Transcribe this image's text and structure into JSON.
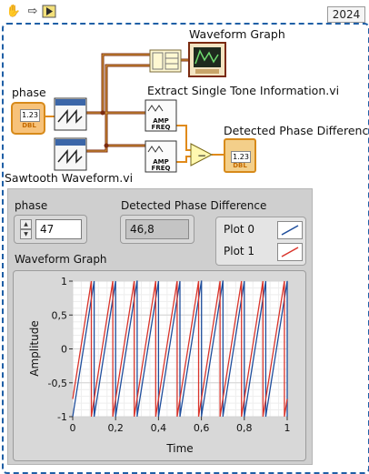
{
  "toolbar": {
    "year": "2024"
  },
  "diagram": {
    "phase_label": "phase",
    "phase_terminal": "1.23",
    "phase_type": "DBL",
    "sawtooth_label": "Sawtooth Waveform.vi",
    "graph_label": "Waveform Graph",
    "extract_label": "Extract Single Tone Information.vi",
    "extract_icon_text": "AMP FREQ",
    "detected_label": "Detected Phase Difference",
    "detected_terminal": "1.23",
    "detected_type": "DBL",
    "subtract_symbol": "−"
  },
  "front_panel": {
    "phase_label": "phase",
    "phase_value": "47",
    "detected_label": "Detected Phase Difference",
    "detected_value": "46,8",
    "legend": [
      {
        "name": "Plot 0",
        "color": "#1f4e9c"
      },
      {
        "name": "Plot 1",
        "color": "#d9342b"
      }
    ],
    "graph": {
      "title": "Waveform Graph",
      "xlabel": "Time",
      "ylabel": "Amplitude",
      "x_ticks": [
        "0",
        "0,2",
        "0,4",
        "0,6",
        "0,8",
        "1"
      ],
      "y_ticks": [
        "1",
        "0,5",
        "0",
        "-0,5",
        "-1"
      ]
    }
  },
  "chart_data": {
    "type": "line",
    "title": "Waveform Graph",
    "xlabel": "Time",
    "ylabel": "Amplitude",
    "xlim": [
      0,
      1
    ],
    "ylim": [
      -1,
      1
    ],
    "x_ticks": [
      "0",
      "0,2",
      "0,4",
      "0,6",
      "0,8",
      "1"
    ],
    "y_ticks": [
      "1",
      "0,5",
      "0",
      "-0,5",
      "-1"
    ],
    "grid": true,
    "series": [
      {
        "name": "Plot 0",
        "color": "#1f4e9c",
        "waveform": "sawtooth",
        "cycles": 10,
        "phase_deg": 0,
        "amplitude": 1
      },
      {
        "name": "Plot 1",
        "color": "#d9342b",
        "waveform": "sawtooth",
        "cycles": 10,
        "phase_deg": 47,
        "amplitude": 1
      }
    ]
  }
}
